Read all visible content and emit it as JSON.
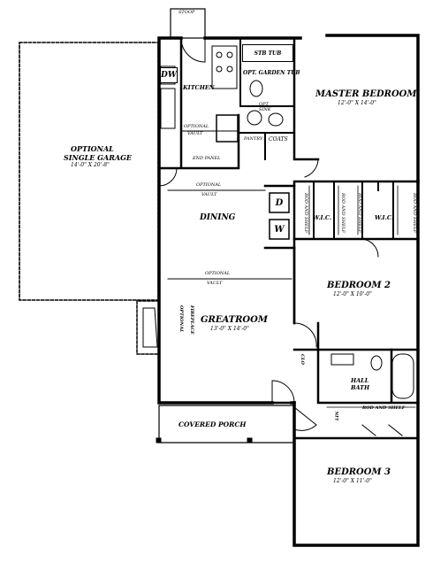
{
  "stoop": "STOOP",
  "garage": {
    "line1": "OPTIONAL",
    "line2": "SINGLE GARAGE",
    "dims": "14'-0\" X 20'-8\""
  },
  "kitchen": {
    "label": "KITCHEN",
    "dw": "DW",
    "optional_vault": "OPTIONAL",
    "optional_vault2": "VAULT",
    "end_panel": "END PANEL"
  },
  "bath": {
    "stb_tub": "STB TUB",
    "opt_garden_tub": "OPT. GARDEN TUB",
    "opt_sink": "OPT.",
    "opt_sink2": "SINK",
    "pantry": "PANTRY",
    "coats": "COATS"
  },
  "master": {
    "label": "MASTER BEDROOM",
    "dims": "12'-0\" X 14'-0\""
  },
  "dining": {
    "label": "DINING",
    "optional_vault": "OPTIONAL",
    "vault": "VAULT",
    "d": "D",
    "w": "W"
  },
  "closets": {
    "rod_shelf": "ROD AND SHELF",
    "wic1": "W.I.C.",
    "wic2": "W.I.C."
  },
  "bedroom2": {
    "label": "BEDROOM 2",
    "dims": "12'-0\" X 10'-0\""
  },
  "greatroom": {
    "label": "GREATROOM",
    "dims": "13'-0\" X 14'-0\"",
    "optional_vault": "OPTIONAL",
    "vault": "VAULT",
    "fireplace1": "OPTIONAL",
    "fireplace2": "FIREPLACE"
  },
  "hall_bath": {
    "line1": "HALL",
    "line2": "BATH"
  },
  "hall": {
    "lin": "LIN",
    "rod_shelf": "ROD AND SHELF",
    "clo": "CLO"
  },
  "porch": {
    "label": "COVERED PORCH"
  },
  "bedroom3": {
    "label": "BEDROOM 3",
    "dims": "12'-0\" X 11'-0\""
  }
}
